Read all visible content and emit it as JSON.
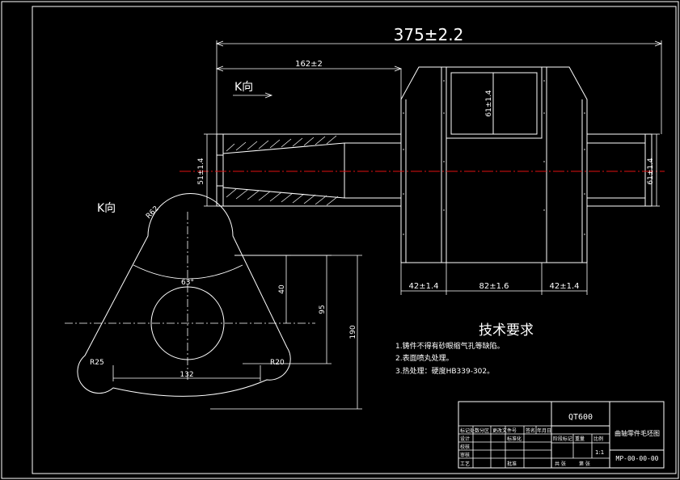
{
  "top_view": {
    "overall_length": "375±2.2",
    "left_length": "162±2",
    "view_arrow": "K向",
    "left_dia": "51±1.4",
    "right_dia": "61±1.4",
    "web_dia": "61±1.4",
    "seg1": "42±1.4",
    "seg2": "82±1.6",
    "seg3": "42±1.4"
  },
  "k_view": {
    "title": "K向",
    "top_radius": "R62",
    "angle": "63°",
    "dim_40": "40",
    "dim_95": "95",
    "dim_190": "190",
    "dim_132": "132",
    "left_radius": "R25",
    "right_radius": "R20"
  },
  "tech": {
    "title": "技术要求",
    "items": [
      "1.铸件不得有砂眼缩气孔等缺陷。",
      "2.表面喷丸处理。",
      "3.热处理：硬度HB339-302。"
    ]
  },
  "title_block": {
    "material": "QT600",
    "drawing_name": "曲轴零件毛坯图",
    "drawing_no": "MP-00-00-00",
    "row1_a": "标记处数分区",
    "row1_b": "更改文件号",
    "row1_c": "签名",
    "row1_d": "年月日",
    "design": "设计",
    "check": "校核",
    "review": "审核",
    "craft": "工艺",
    "standard": "标准化",
    "approve": "批准",
    "stage": "阶段标记",
    "weight": "重量",
    "scale": "比例",
    "scale_val": "1:1",
    "sheets": "共 张",
    "sheet": "第 张"
  }
}
